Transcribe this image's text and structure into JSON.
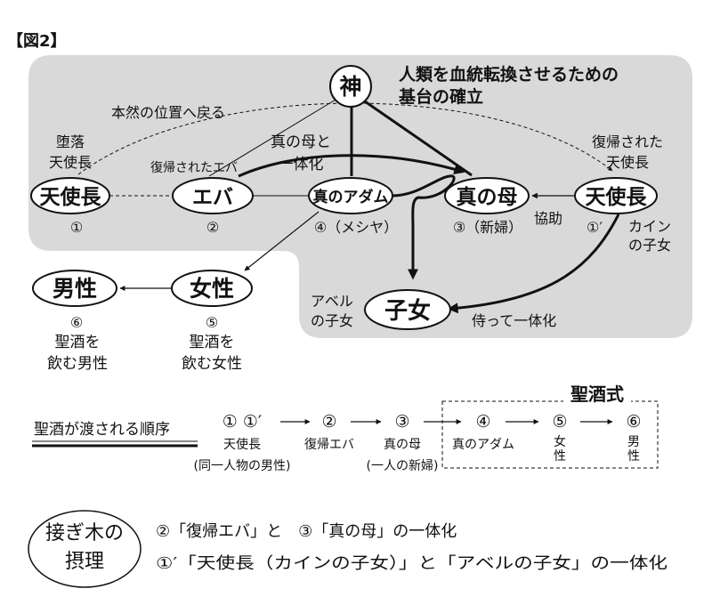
{
  "figure_label": "【図2】",
  "heading": [
    "人類を血統転換させるための",
    "基台の確立"
  ],
  "nodes": {
    "god": "神",
    "angel_left": "天使長",
    "eve": "エバ",
    "true_adam": "真のアダム",
    "true_mother": "真の母",
    "angel_right": "天使長",
    "son_daughter": "子女",
    "male": "男性",
    "female": "女性"
  },
  "numbers": {
    "angel_left": "①",
    "eve": "②",
    "true_adam": "④（メシヤ）",
    "true_mother": "③（新婦）",
    "angel_right": "①′",
    "male": "⑥",
    "female": "⑤"
  },
  "labels": {
    "fallen_angel": [
      "堕落",
      "天使長"
    ],
    "restored_eve": "復帰されたエバ",
    "restored_angel": [
      "復帰された",
      "天使長"
    ],
    "return_original": "本然の位置へ戻る",
    "unity_mother": [
      "真の母と",
      "一体化"
    ],
    "cooperation": "協助",
    "cain_child": [
      "カイン",
      "の子女"
    ],
    "abel_child": [
      "アベル",
      "の子女"
    ],
    "serve_unity": "侍って一体化",
    "male_desc": [
      "聖酒を",
      "飲む男性"
    ],
    "female_desc": [
      "聖酒を",
      "飲む女性"
    ]
  },
  "sequence": {
    "title": "聖酒が渡される順序",
    "ceremony_label": "聖酒式",
    "steps": [
      {
        "num": "① ①′",
        "label": [
          "天使長",
          "(同一人物の男性)"
        ]
      },
      {
        "num": "②",
        "label": [
          "復帰エバ"
        ]
      },
      {
        "num": "③",
        "label": [
          "真の母",
          "(一人の新婦)"
        ]
      },
      {
        "num": "④",
        "label": [
          "真のアダム"
        ]
      },
      {
        "num": "⑤",
        "label": [
          "女",
          "性"
        ]
      },
      {
        "num": "⑥",
        "label": [
          "男",
          "性"
        ]
      }
    ]
  },
  "principle": {
    "badge": [
      "接ぎ木の",
      "摂理"
    ],
    "line1": "②「復帰エバ」と　③「真の母」の一体化",
    "line2": "①′「天使長（カインの子女）」と「アベルの子女」の一体化"
  },
  "colors": {
    "panel": "#d9d9d9",
    "ink": "#111111",
    "background": "#ffffff"
  }
}
